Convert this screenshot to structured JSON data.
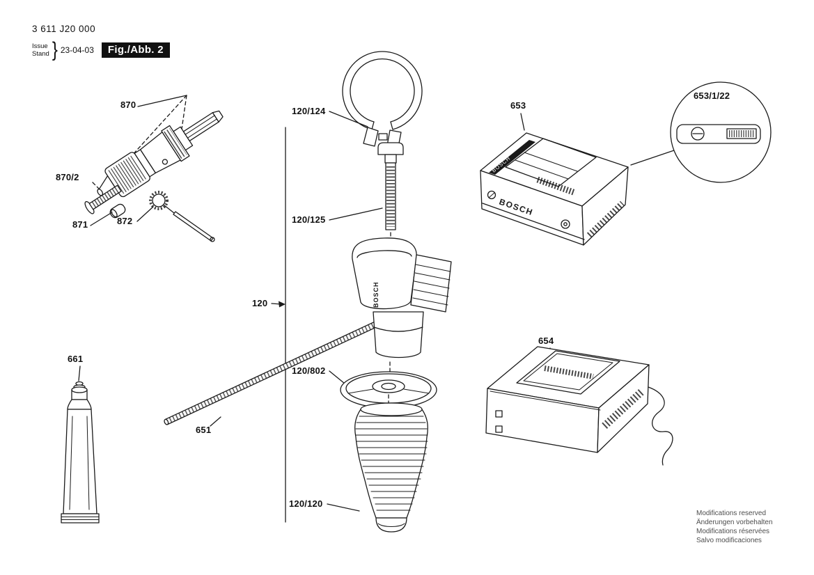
{
  "meta": {
    "part_number": "3 611 J20 000",
    "issue_label": "Issue",
    "stand_label": "Stand",
    "brace": "}",
    "issue_date": "23-04-03",
    "figure_label": "Fig./Abb. 2"
  },
  "brand": {
    "name": "BOSCH"
  },
  "parts": {
    "p870": "870",
    "p870_2": "870/2",
    "p871": "871",
    "p872": "872",
    "p120_124": "120/124",
    "p120_125": "120/125",
    "p120": "120",
    "p120_802": "120/802",
    "p651": "651",
    "p661": "661",
    "p120_120": "120/120",
    "p653": "653",
    "p653_detail": "653/1/22",
    "p654": "654"
  },
  "footer": {
    "lines": [
      "Modifications reserved",
      "Änderungen vorbehalten",
      "Modifications réservées",
      "Salvo modificaciones"
    ]
  }
}
